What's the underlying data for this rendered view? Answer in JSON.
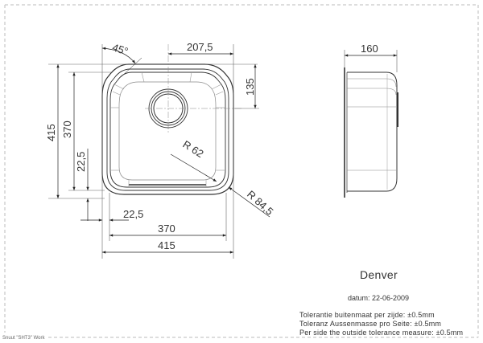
{
  "drawing": {
    "product_name": "Denver",
    "datum_label": "datum: 22-06-2009",
    "tolerances": [
      "Tolerantie buitenmaat per zijde: ±0.5mm",
      "Toleranz Aussenmasse pro Seite: ±0.5mm",
      "Per side the outside tolerance measure: ±0.5mm"
    ],
    "footer_label": "Snuut \"SHT3\" Work"
  },
  "top_view": {
    "dimensions": {
      "angle": "45°",
      "drain_offset_x": "207,5",
      "drain_offset_y": "135",
      "outer_height": "415",
      "inner_height": "370",
      "flange_vertical": "22,5",
      "flange_horizontal": "22,5",
      "inner_width": "370",
      "outer_width": "415",
      "inner_radius": "R 62",
      "outer_radius": "R 84,5"
    }
  },
  "side_view": {
    "dimensions": {
      "depth": "160"
    }
  },
  "colors": {
    "line": "#333333",
    "thin_line": "#888888",
    "border_dash": "#bbbbbb"
  }
}
